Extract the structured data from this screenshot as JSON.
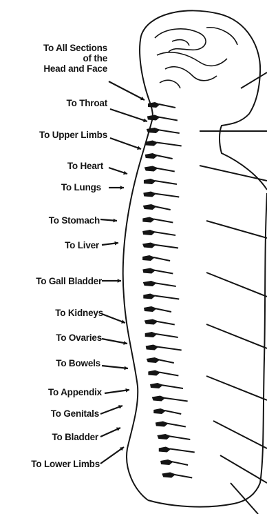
{
  "diagram": {
    "labels": [
      {
        "id": "head-face",
        "lines": [
          "To All Sections",
          "of the",
          "Head and Face"
        ]
      },
      {
        "id": "throat",
        "lines": [
          "To Throat"
        ]
      },
      {
        "id": "upper-limbs",
        "lines": [
          "To Upper Limbs"
        ]
      },
      {
        "id": "heart",
        "lines": [
          "To Heart"
        ]
      },
      {
        "id": "lungs",
        "lines": [
          "To Lungs"
        ]
      },
      {
        "id": "stomach",
        "lines": [
          "To Stomach"
        ]
      },
      {
        "id": "liver",
        "lines": [
          "To Liver"
        ]
      },
      {
        "id": "gall-bladder",
        "lines": [
          "To Gall Bladder"
        ]
      },
      {
        "id": "kidneys",
        "lines": [
          "To Kidneys"
        ]
      },
      {
        "id": "ovaries",
        "lines": [
          "To Ovaries"
        ]
      },
      {
        "id": "bowels",
        "lines": [
          "To Bowels"
        ]
      },
      {
        "id": "appendix",
        "lines": [
          "To Appendix"
        ]
      },
      {
        "id": "genitals",
        "lines": [
          "To Genitals"
        ]
      },
      {
        "id": "bladder",
        "lines": [
          "To Bladder"
        ]
      },
      {
        "id": "lower-limbs",
        "lines": [
          "To Lower Limbs"
        ]
      }
    ],
    "colors": {
      "ink": "#141414",
      "paper": "#ffffff"
    }
  }
}
